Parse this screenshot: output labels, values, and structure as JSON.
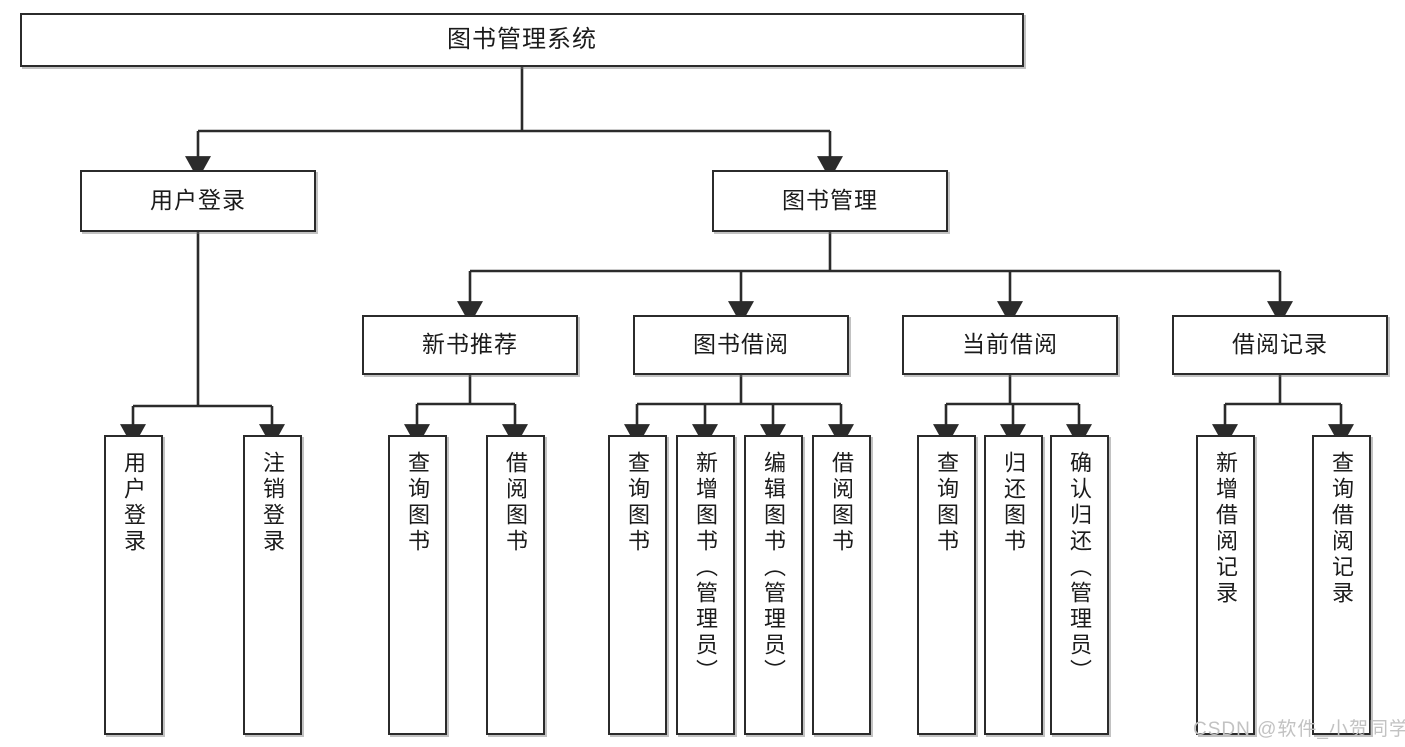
{
  "diagram": {
    "title": "图书管理系统",
    "type": "tree",
    "watermark": "CSDN @软件_小贺同学",
    "colors": {
      "stroke": "#2b2b2b",
      "fill": "#ffffff",
      "text": "#1b1b1b",
      "watermark": "#c2c2c2"
    },
    "levels": {
      "root": {
        "label": "图书管理系统"
      },
      "level2": [
        {
          "label": "用户登录"
        },
        {
          "label": "图书管理"
        }
      ],
      "level3": [
        {
          "label": "新书推荐"
        },
        {
          "label": "图书借阅"
        },
        {
          "label": "当前借阅"
        },
        {
          "label": "借阅记录"
        }
      ],
      "leaves": [
        {
          "label": "用户登录",
          "parent": "用户登录"
        },
        {
          "label": "注销登录",
          "parent": "用户登录"
        },
        {
          "label": "查询图书",
          "parent": "新书推荐"
        },
        {
          "label": "借阅图书",
          "parent": "新书推荐"
        },
        {
          "label": "查询图书",
          "parent": "图书借阅"
        },
        {
          "label": "新增图书（管理员）",
          "parent": "图书借阅"
        },
        {
          "label": "编辑图书（管理员）",
          "parent": "图书借阅"
        },
        {
          "label": "借阅图书",
          "parent": "图书借阅"
        },
        {
          "label": "查询图书",
          "parent": "当前借阅"
        },
        {
          "label": "归还图书",
          "parent": "当前借阅"
        },
        {
          "label": "确认归还（管理员）",
          "parent": "当前借阅"
        },
        {
          "label": "新增借阅记录",
          "parent": "借阅记录"
        },
        {
          "label": "查询借阅记录",
          "parent": "借阅记录"
        }
      ]
    }
  }
}
